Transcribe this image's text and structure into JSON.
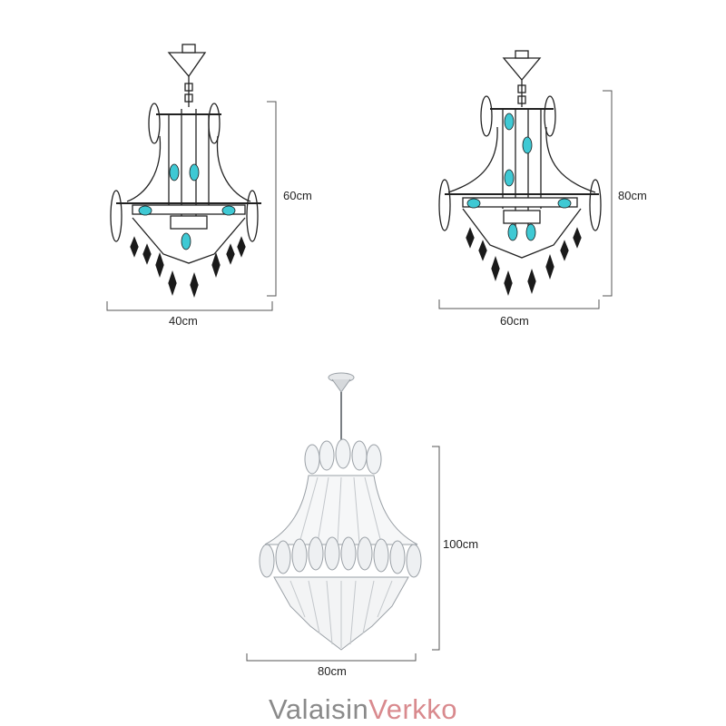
{
  "diagram": {
    "fixtures": [
      {
        "id": "small",
        "width_label": "40cm",
        "height_label": "60cm"
      },
      {
        "id": "medium",
        "width_label": "60cm",
        "height_label": "80cm"
      },
      {
        "id": "large",
        "width_label": "80cm",
        "height_label": "100cm"
      }
    ]
  },
  "brand": {
    "part1": "Valaisin",
    "part2": "Verkko"
  },
  "colors": {
    "line": "#222222",
    "bulb": "#3fc9d4",
    "dimension": "#555555",
    "brand_gray": "#8a8a8a",
    "brand_pink": "#d98a8e"
  },
  "icons": [
    "chandelier-small-drawing",
    "chandelier-medium-drawing",
    "chandelier-crystal-photo"
  ]
}
